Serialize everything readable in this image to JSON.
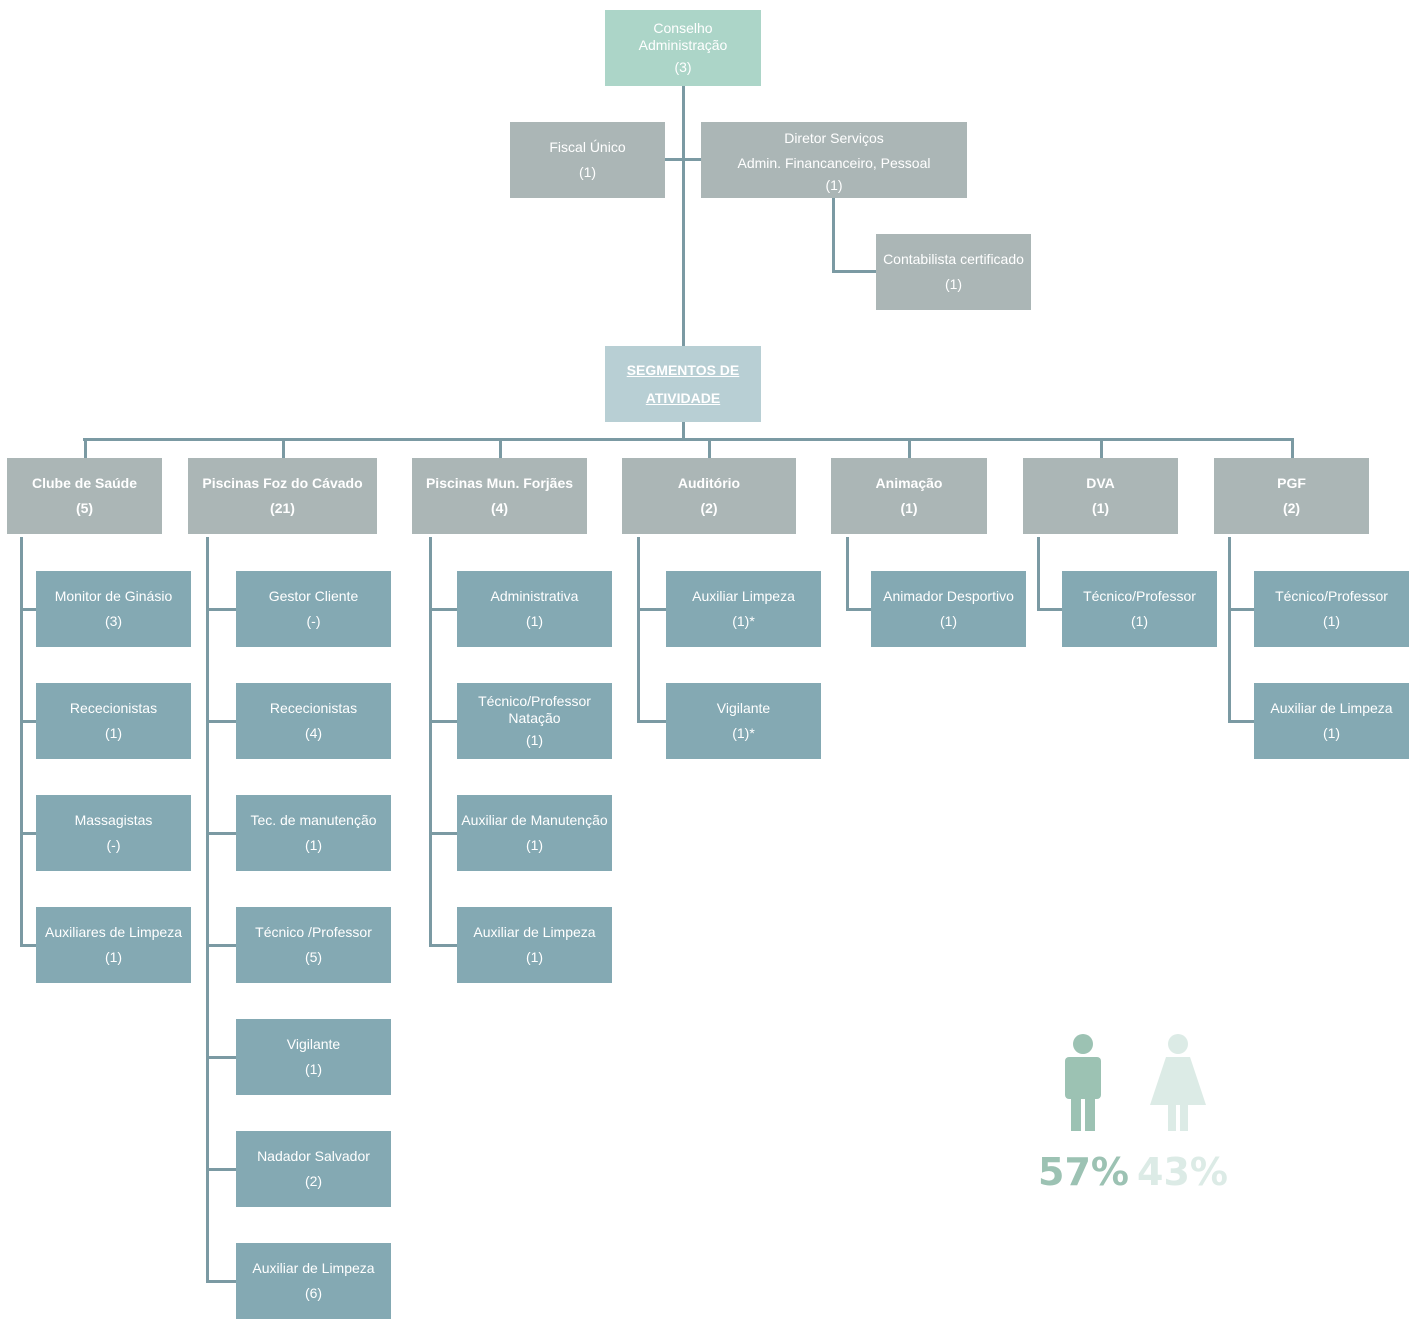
{
  "board": {
    "name": "Conselho\nAdministração",
    "count": "(3)"
  },
  "fiscal": {
    "name": "Fiscal Único",
    "count": "(1)"
  },
  "director": {
    "name": "Diretor Serviços\nAdmin. Financanceiro, Pessoal",
    "count": "(1)"
  },
  "accountant": {
    "name": "Contabilista certificado",
    "count": "(1)"
  },
  "segments_header": {
    "name": "SEGMENTOS DE\nATIVIDADE"
  },
  "segments": [
    {
      "name": "Clube de Saúde",
      "count": "(5)",
      "children": [
        {
          "name": "Monitor de Ginásio",
          "count": "(3)"
        },
        {
          "name": "Rececionistas",
          "count": "(1)"
        },
        {
          "name": "Massagistas",
          "count": "(-)"
        },
        {
          "name": "Auxiliares de Limpeza",
          "count": "(1)"
        }
      ]
    },
    {
      "name": "Piscinas Foz do Cávado",
      "count": "(21)",
      "children": [
        {
          "name": "Gestor Cliente",
          "count": "(-)"
        },
        {
          "name": "Rececionistas",
          "count": "(4)"
        },
        {
          "name": "Tec. de manutenção",
          "count": "(1)"
        },
        {
          "name": "Técnico /Professor",
          "count": "(5)"
        },
        {
          "name": "Vigilante",
          "count": "(1)"
        },
        {
          "name": "Nadador Salvador",
          "count": "(2)"
        },
        {
          "name": "Auxiliar de Limpeza",
          "count": "(6)"
        }
      ]
    },
    {
      "name": "Piscinas Mun. Forjães",
      "count": "(4)",
      "children": [
        {
          "name": "Administrativa",
          "count": "(1)"
        },
        {
          "name": "Técnico/Professor\nNatação",
          "count": "(1)"
        },
        {
          "name": "Auxiliar de Manutenção",
          "count": "(1)"
        },
        {
          "name": "Auxiliar de Limpeza",
          "count": "(1)"
        }
      ]
    },
    {
      "name": "Auditório",
      "count": "(2)",
      "children": [
        {
          "name": "Auxiliar Limpeza",
          "count": "(1)*"
        },
        {
          "name": "Vigilante",
          "count": "(1)*"
        }
      ]
    },
    {
      "name": "Animação",
      "count": "(1)",
      "children": [
        {
          "name": "Animador Desportivo",
          "count": "(1)"
        }
      ]
    },
    {
      "name": "DVA",
      "count": "(1)",
      "children": [
        {
          "name": "Técnico/Professor",
          "count": "(1)"
        }
      ]
    },
    {
      "name": "PGF",
      "count": "(2)",
      "children": [
        {
          "name": "Técnico/Professor",
          "count": "(1)"
        },
        {
          "name": "Auxiliar de Limpeza",
          "count": "(1)"
        }
      ]
    }
  ],
  "gender": {
    "male": {
      "percent": "57%",
      "icon": "male-person-icon",
      "color": "#9cc2b3"
    },
    "female": {
      "percent": "43%",
      "icon": "female-person-icon",
      "color": "#dcebe6"
    }
  }
}
